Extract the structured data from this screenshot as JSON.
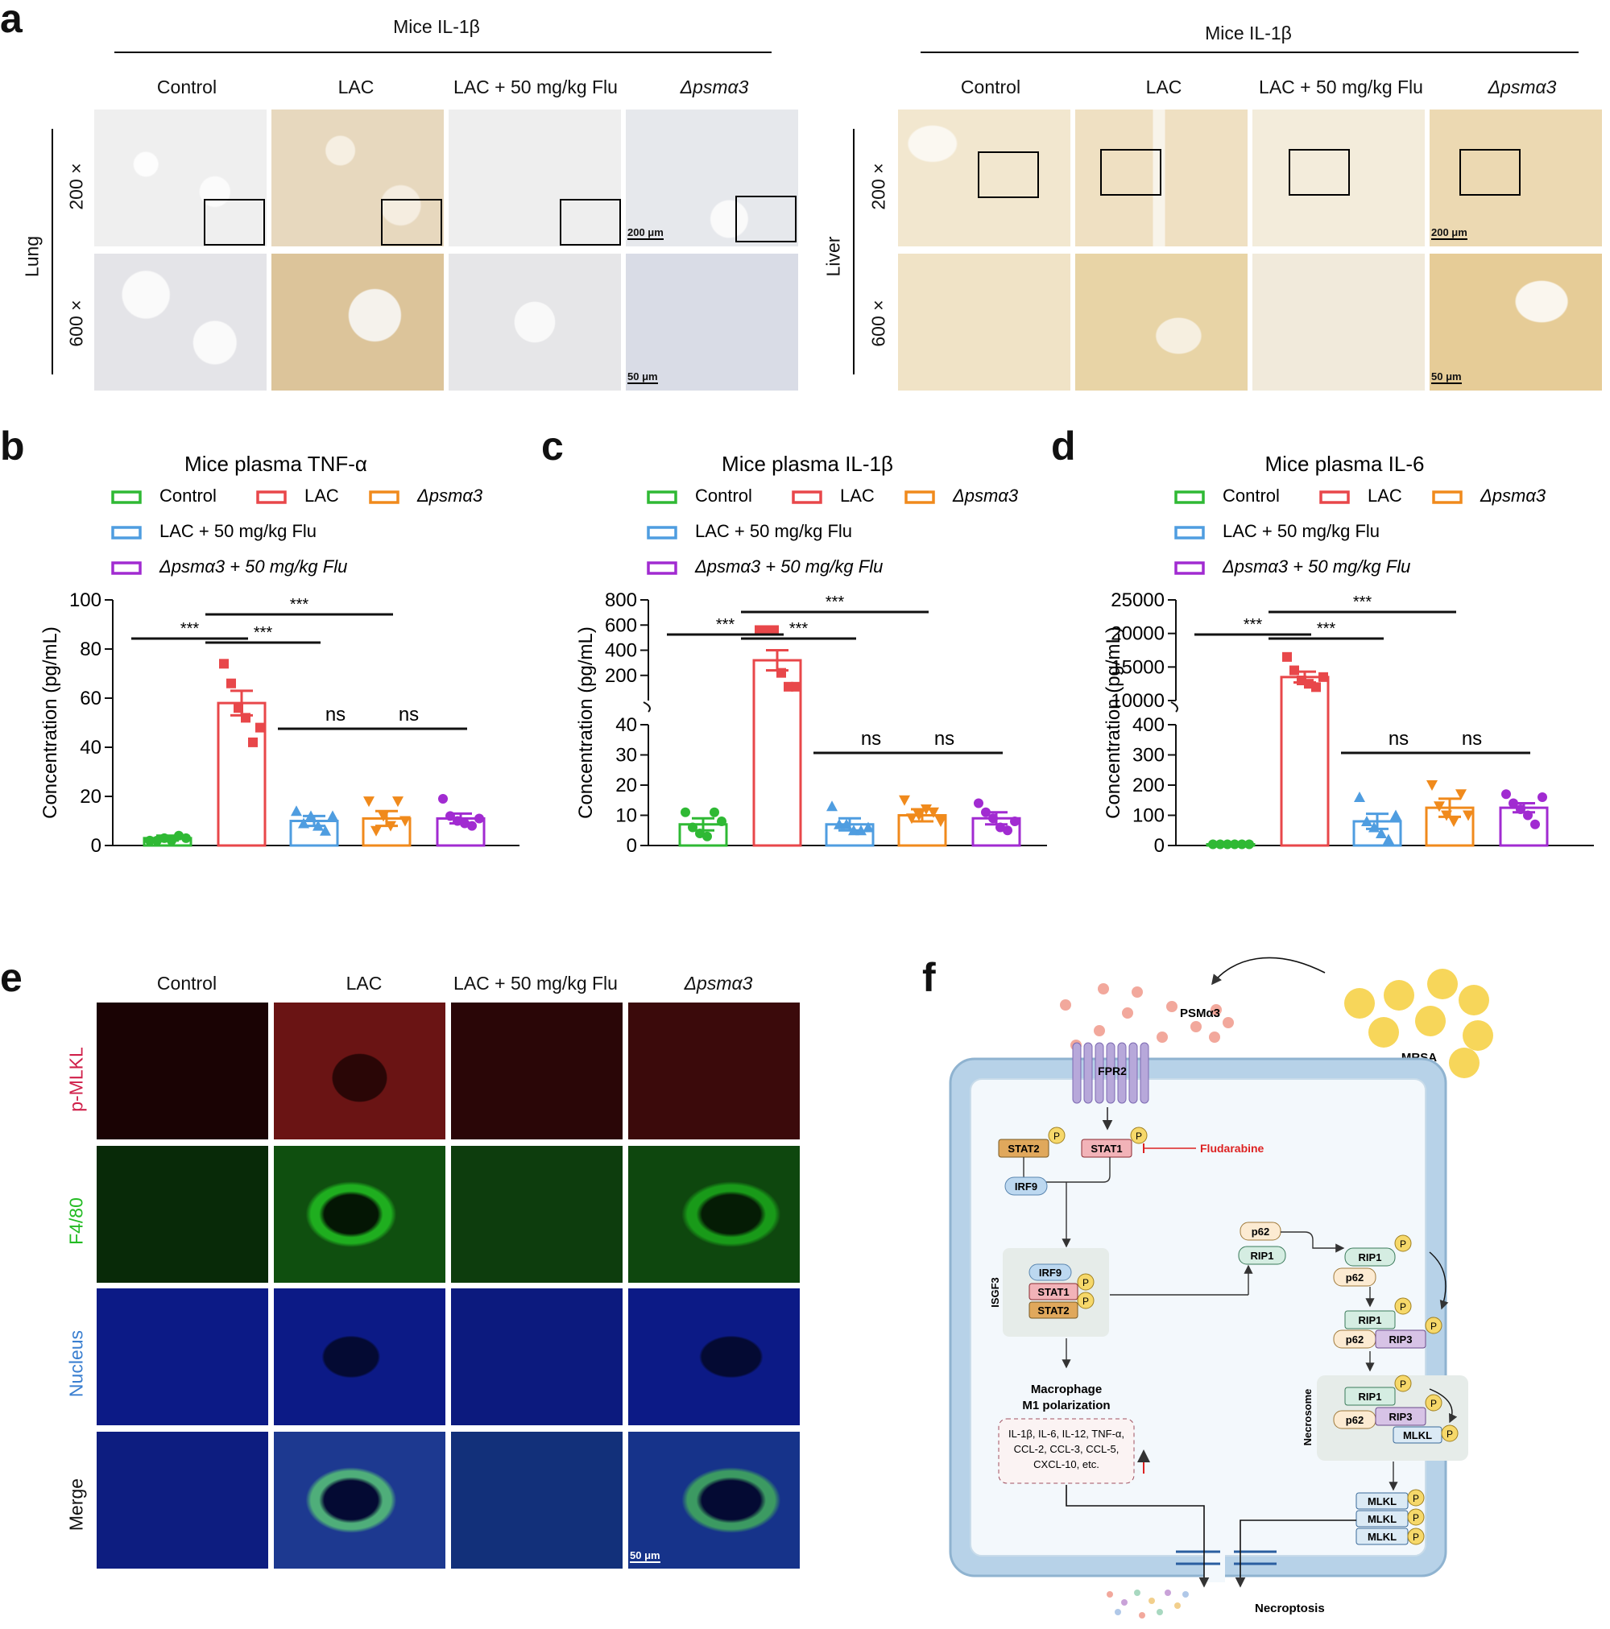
{
  "panel_a": {
    "letter": "a",
    "left_title": "Mice IL-1β",
    "right_title": "Mice IL-1β",
    "columns": [
      "Control",
      "LAC",
      "LAC + 50 mg/kg Flu",
      "Δpsmα3"
    ],
    "left_tissue": "Lung",
    "right_tissue": "Liver",
    "row_labels": [
      "200 ×",
      "600 ×"
    ],
    "scale_200": "200 μm",
    "scale_50": "50 μm"
  },
  "panel_b": {
    "letter": "b"
  },
  "panel_c": {
    "letter": "c"
  },
  "panel_d": {
    "letter": "d"
  },
  "panel_e": {
    "letter": "e",
    "columns": [
      "Control",
      "LAC",
      "LAC + 50 mg/kg Flu",
      "Δpsmα3"
    ],
    "rows": [
      "p-MLKL",
      "F4/80",
      "Nucleus",
      "Merge"
    ],
    "scale": "50 μm",
    "row_colors": [
      "#d0204a",
      "#22bb22",
      "#3a7fd0",
      "#111111"
    ]
  },
  "panel_f": {
    "letter": "f",
    "psm": "PSMα3",
    "mrsa": "MRSA",
    "receptor": "FPR2",
    "stat2": "STAT2",
    "stat1": "STAT1",
    "p": "P",
    "drug": "Fludarabine",
    "irf9": "IRF9",
    "isgf3": "ISGF3",
    "p62": "p62",
    "rip1": "RIP1",
    "rip3": "RIP3",
    "mlkl": "MLKL",
    "necrosome": "Necrosome",
    "macro_line1": "Macrophage",
    "macro_line2": "M1 polarization",
    "cyto_line1": "IL-1β, IL-6, IL-12, TNF-α,",
    "cyto_line2": "CCL-2, CCL-3, CCL-5,",
    "cyto_line3": "CXCL-10, etc.",
    "outcome": "Necroptosis"
  },
  "chart_data": [
    {
      "type": "bar",
      "title": "Mice plasma TNF-α",
      "ylabel": "Concentration (pg/mL)",
      "categories": [
        "Control",
        "LAC",
        "LAC + 50 mg/kg Flu",
        "Δpsmα3",
        "Δpsmα3 + 50 mg/kg Flu"
      ],
      "legend": [
        "Control",
        "LAC",
        "Δpsmα3",
        "LAC + 50 mg/kg Flu",
        "Δpsmα3 + 50 mg/kg Flu"
      ],
      "colors": [
        "#2fb934",
        "#e8474a",
        "#4f9de0",
        "#f08a1c",
        "#a12bd1"
      ],
      "values": [
        3,
        58,
        10,
        11,
        11
      ],
      "sem": [
        1,
        5,
        2,
        3,
        2
      ],
      "points": [
        [
          2,
          2,
          3,
          2,
          4,
          3
        ],
        [
          74,
          66,
          56,
          52,
          42,
          48
        ],
        [
          14,
          9,
          12,
          8,
          6,
          12
        ],
        [
          18,
          6,
          12,
          8,
          18,
          10
        ],
        [
          19,
          12,
          10,
          9,
          8,
          11
        ]
      ],
      "ylim": [
        0,
        100
      ],
      "yticks": [
        0,
        20,
        40,
        60,
        80,
        100
      ],
      "significance": [
        {
          "from": 0,
          "to": 1,
          "label": "***"
        },
        {
          "from": 1,
          "to": 2,
          "label": "***"
        },
        {
          "from": 1,
          "to": 3,
          "label": "***"
        },
        {
          "from": 2,
          "to": 3,
          "label": "ns"
        },
        {
          "from": 3,
          "to": 4,
          "label": "ns"
        }
      ]
    },
    {
      "type": "bar",
      "title": "Mice plasma IL-1β",
      "ylabel": "Concentration (pg/mL)",
      "categories": [
        "Control",
        "LAC",
        "LAC + 50 mg/kg Flu",
        "Δpsmα3",
        "Δpsmα3 + 50 mg/kg Flu"
      ],
      "legend": [
        "Control",
        "LAC",
        "Δpsmα3",
        "LAC + 50 mg/kg Flu",
        "Δpsmα3 + 50 mg/kg Flu"
      ],
      "colors": [
        "#2fb934",
        "#e8474a",
        "#4f9de0",
        "#f08a1c",
        "#a12bd1"
      ],
      "values": [
        7,
        320,
        7,
        10,
        9
      ],
      "sem": [
        2,
        80,
        2,
        2,
        2
      ],
      "points": [
        [
          11,
          6,
          4,
          3,
          11,
          8
        ],
        [
          560,
          560,
          560,
          220,
          110,
          110
        ],
        [
          13,
          7,
          7,
          5,
          5,
          6
        ],
        [
          15,
          9,
          10,
          12,
          11,
          8
        ],
        [
          14,
          11,
          9,
          6,
          5,
          8
        ]
      ],
      "axis_break": {
        "lower": [
          0,
          40
        ],
        "upper": [
          0,
          800
        ]
      },
      "yticks_lower": [
        0,
        10,
        20,
        30,
        40
      ],
      "yticks_upper": [
        200,
        400,
        600,
        800
      ],
      "significance": [
        {
          "from": 0,
          "to": 1,
          "label": "***"
        },
        {
          "from": 1,
          "to": 2,
          "label": "***"
        },
        {
          "from": 1,
          "to": 3,
          "label": "***"
        },
        {
          "from": 2,
          "to": 3,
          "label": "ns"
        },
        {
          "from": 3,
          "to": 4,
          "label": "ns"
        }
      ]
    },
    {
      "type": "bar",
      "title": "Mice plasma IL-6",
      "ylabel": "Concentration (pg/mL)",
      "categories": [
        "Control",
        "LAC",
        "LAC + 50 mg/kg Flu",
        "Δpsmα3",
        "Δpsmα3 + 50 mg/kg Flu"
      ],
      "legend": [
        "Control",
        "LAC",
        "Δpsmα3",
        "LAC + 50 mg/kg Flu",
        "Δpsmα3 + 50 mg/kg Flu"
      ],
      "colors": [
        "#2fb934",
        "#e8474a",
        "#4f9de0",
        "#f08a1c",
        "#a12bd1"
      ],
      "values": [
        4,
        13500,
        80,
        125,
        125
      ],
      "sem": [
        1,
        800,
        25,
        30,
        15
      ],
      "points": [
        [
          4,
          4,
          4,
          4,
          4,
          4
        ],
        [
          16500,
          14500,
          13000,
          12500,
          12000,
          13500
        ],
        [
          160,
          80,
          60,
          40,
          20,
          100
        ],
        [
          200,
          130,
          100,
          80,
          170,
          100
        ],
        [
          170,
          140,
          120,
          100,
          70,
          160
        ]
      ],
      "axis_break": {
        "lower": [
          0,
          400
        ],
        "upper": [
          10000,
          25000
        ]
      },
      "yticks_lower": [
        0,
        100,
        200,
        300,
        400
      ],
      "yticks_upper": [
        10000,
        15000,
        20000,
        25000
      ],
      "significance": [
        {
          "from": 0,
          "to": 1,
          "label": "***"
        },
        {
          "from": 1,
          "to": 2,
          "label": "***"
        },
        {
          "from": 1,
          "to": 3,
          "label": "***"
        },
        {
          "from": 2,
          "to": 3,
          "label": "ns"
        },
        {
          "from": 3,
          "to": 4,
          "label": "ns"
        }
      ]
    }
  ]
}
